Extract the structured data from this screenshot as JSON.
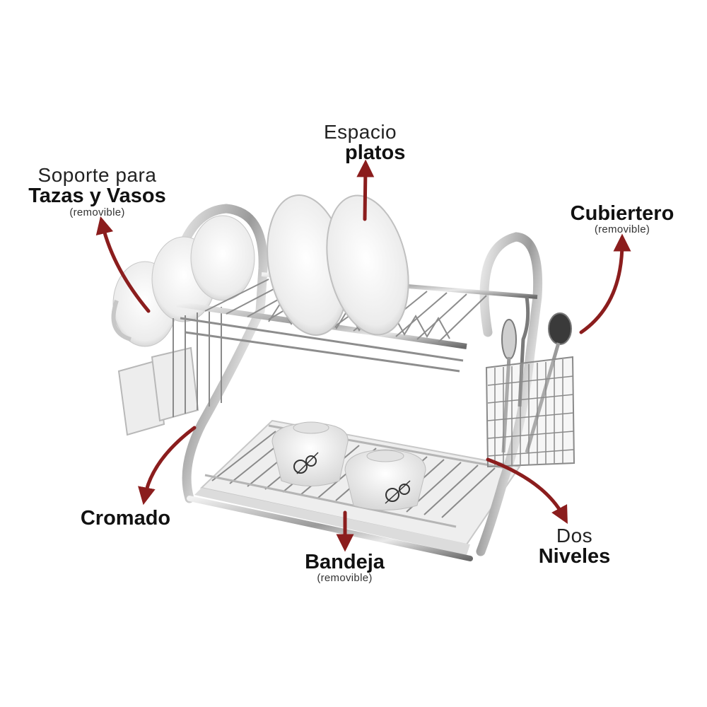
{
  "callouts": {
    "soporte": {
      "line1": "Soporte para",
      "line2": "Tazas y Vasos",
      "note": "(removible)"
    },
    "espacio": {
      "line1": "Espacio",
      "line2": "platos"
    },
    "cubiertero": {
      "line1": "Cubiertero",
      "note": "(removible)"
    },
    "cromado": {
      "line1": "Cromado"
    },
    "bandeja": {
      "line1": "Bandeja",
      "note": "(removible)"
    },
    "niveles": {
      "line1": "Dos",
      "line2": "Niveles"
    }
  },
  "colors": {
    "arrow": "#8b1d1d",
    "chrome_dark": "#6d6d6d",
    "chrome_light": "#e6e6e6",
    "ceramic": "#f4f4f4"
  },
  "icons": {
    "product": "dish-rack-illustration",
    "arrows": "curved-red-arrow"
  }
}
